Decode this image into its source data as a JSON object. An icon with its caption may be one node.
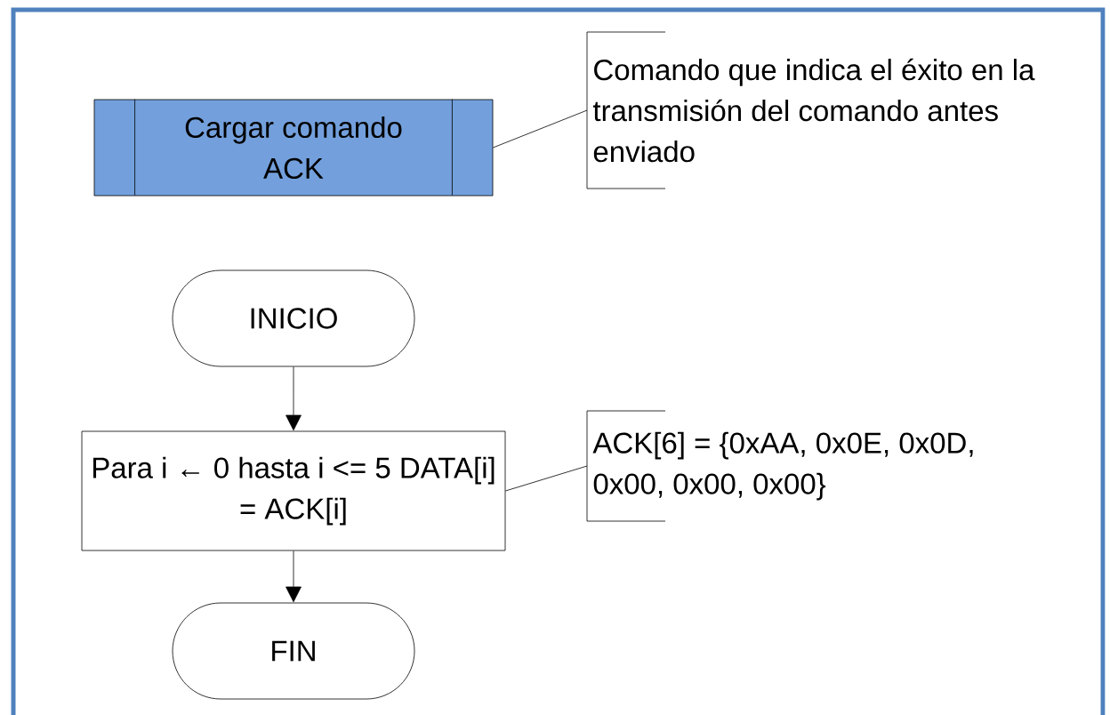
{
  "diagram": {
    "nodes": [
      {
        "text": [
          "Cargar comando ACK"
        ]
      },
      {
        "text": [
          "Comando que indica el éxito en la transmisión del comando antes enviado"
        ]
      },
      {
        "text": [
          "INICIO"
        ]
      },
      {
        "text": [
          "Para i ← 0 hasta i <= 5 DATA[i] = ACK[i]"
        ]
      },
      {
        "text": [
          "ACK[6] = {0xAA, 0x0E, 0x0D, 0x00, 0x00, 0x00}"
        ]
      },
      {
        "text": [
          "FIN"
        ]
      }
    ],
    "edges": [
      {
        "from": 0,
        "to": 1,
        "arrow": "none"
      },
      {
        "from": 2,
        "to": 3,
        "arrow": "to"
      },
      {
        "from": 3,
        "to": 4,
        "arrow": "none"
      },
      {
        "from": 3,
        "to": 5,
        "arrow": "to"
      }
    ]
  }
}
